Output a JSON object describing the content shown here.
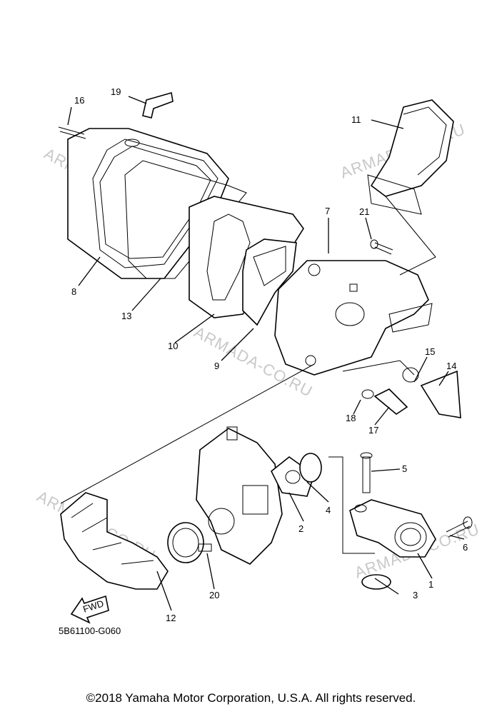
{
  "diagram_code": "5B61100-G060",
  "fwd_label": "FWD",
  "watermark": "ARMADA-CO.RU",
  "copyright": "©2018 Yamaha Motor Corporation, U.S.A. All rights reserved.",
  "callouts": [
    "1",
    "2",
    "3",
    "4",
    "5",
    "6",
    "7",
    "8",
    "9",
    "10",
    "11",
    "12",
    "13",
    "14",
    "15",
    "16",
    "17",
    "18",
    "19",
    "20",
    "21"
  ]
}
